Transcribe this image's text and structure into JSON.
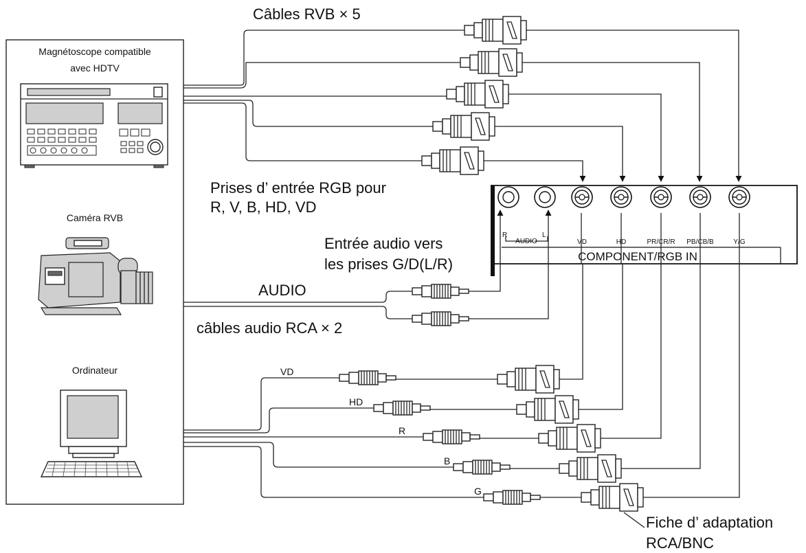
{
  "sources": {
    "vcr_label_line1": "Magnétoscope compatible",
    "vcr_label_line2": "avec HDTV",
    "camera_label": "Caméra RVB",
    "computer_label": "Ordinateur"
  },
  "cables": {
    "rgb_cables": "Câbles RVB × 5",
    "rgb_inputs_line1": "Prises d’ entrée RGB pour",
    "rgb_inputs_line2": "R, V, B, HD, VD",
    "audio_in_line1": "Entrée audio vers",
    "audio_in_line2": "les prises G/D(L/R)",
    "audio": "AUDIO",
    "audio_cables": "câbles audio RCA × 2",
    "adapter_line1": "Fiche d’ adaptation",
    "adapter_line2": "RCA/BNC"
  },
  "panel": {
    "title": "COMPONENT/RGB IN",
    "audio_r": "R",
    "audio_label": "AUDIO",
    "audio_l": "L",
    "vd": "VD",
    "hd": "HD",
    "pr": "PR/CR/R",
    "pb": "PB/CB/B",
    "yg": "Y/G"
  },
  "computer_cables": {
    "vd": "VD",
    "hd": "HD",
    "r": "R",
    "b": "B",
    "g": "G"
  }
}
